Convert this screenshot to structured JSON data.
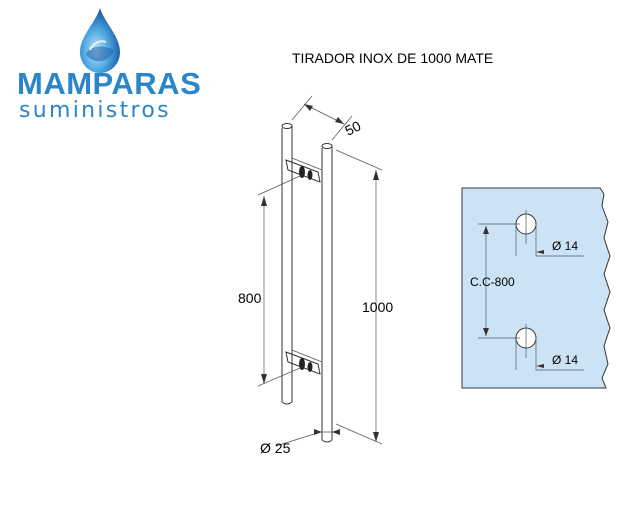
{
  "logo": {
    "name": "MAMPARAS",
    "subtitle": "suministros",
    "colors": {
      "brand": "#2a86c8",
      "drop_light": "#7cc4ee",
      "drop_dark": "#1f5fa8"
    }
  },
  "title": "TIRADOR INOX DE 1000 MATE",
  "dimensions": {
    "width": "50",
    "spacing": "800",
    "length": "1000",
    "diameter": "Ø 25"
  },
  "panel": {
    "center_distance": "C.C-800",
    "hole_top": "Ø 14",
    "hole_bottom": "Ø 14",
    "color": "#cce3f6"
  }
}
